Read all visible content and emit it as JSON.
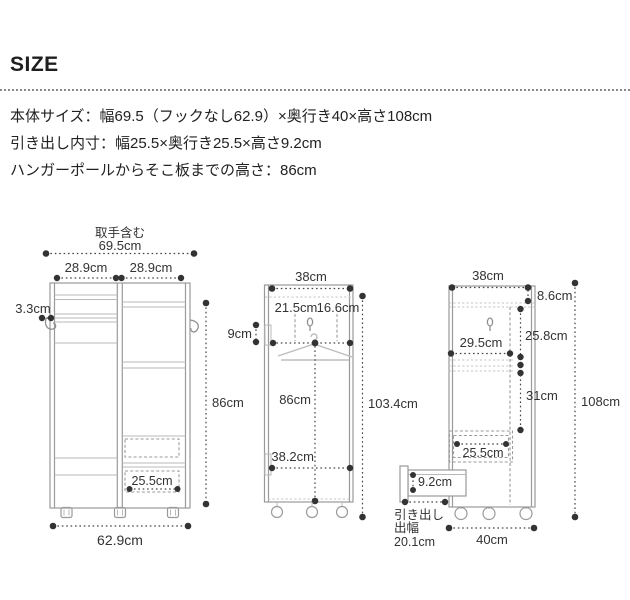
{
  "header": {
    "title": "SIZE",
    "lines": [
      "本体サイズ：幅69.5（フックなし62.9）×奥行き40×高さ108cm",
      "引き出し内寸：幅25.5×奥行き25.5×高さ9.2cm",
      "ハンガーポールからそこ板までの高さ：86cm"
    ]
  },
  "front": {
    "handle_note": "取手含む",
    "width_including_handle": "69.5cm",
    "left_section_width": "28.9cm",
    "right_section_width": "28.9cm",
    "hook_depth": "3.3cm",
    "inner_height": "86cm",
    "drawer_width": "25.5cm",
    "body_width": "62.9cm"
  },
  "side": {
    "top_depth": "38cm",
    "hook_drop": "9cm",
    "pole_from_front": "21.5cm",
    "pole_from_back": "16.6cm",
    "pole_to_bottom": "86cm",
    "inner_depth": "38.2cm",
    "hook_height": "103.4cm"
  },
  "side_drawer": {
    "top_depth": "38cm",
    "top_section": "8.6cm",
    "upper_section": "25.8cm",
    "shelf_depth": "29.5cm",
    "lower_section": "31cm",
    "total_height": "108cm",
    "drawer_depth": "25.5cm",
    "drawer_height": "9.2cm",
    "extension_label_1": "引き出し",
    "extension_label_2": "出幅",
    "extension_value": "20.1cm",
    "base_depth": "40cm"
  },
  "colors": {
    "outline": "#9a9a9a",
    "dimension": "#454545",
    "text": "#333333"
  }
}
